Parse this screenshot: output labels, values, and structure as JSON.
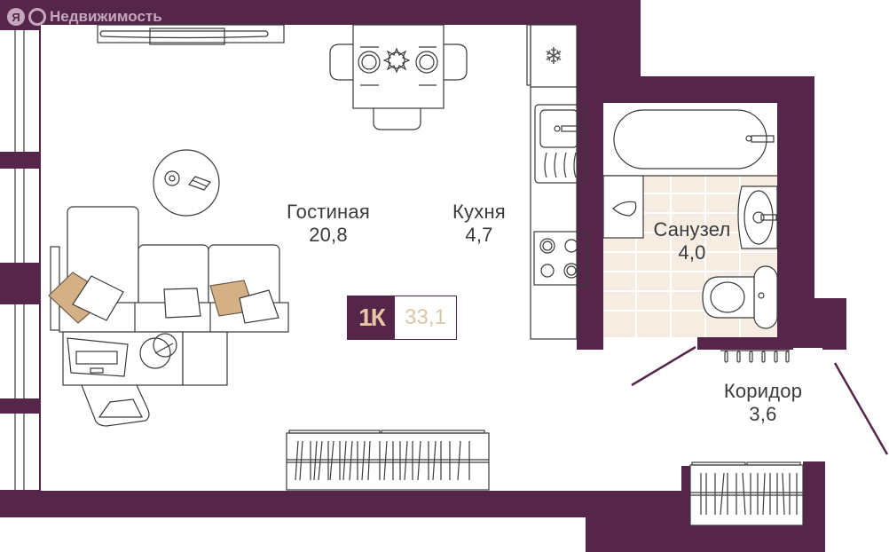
{
  "brand": {
    "logo_letter": "Я",
    "name": "Недвижимость"
  },
  "apartment": {
    "type": "1К",
    "total_area": "33,1"
  },
  "rooms": [
    {
      "name": "Гостиная",
      "area": "20,8"
    },
    {
      "name": "Кухня",
      "area": "4,7"
    },
    {
      "name": "Санузел",
      "area": "4,0"
    },
    {
      "name": "Коридор",
      "area": "3,6"
    }
  ],
  "colors": {
    "wall": "#55264a",
    "accent_text": "#e6c9a4",
    "area_text": "#d8c7a4",
    "bathroom_tile": "#f6ece2",
    "pillow": "#d4b087"
  },
  "furniture": [
    "tv",
    "dining-table",
    "chairs",
    "refrigerator",
    "sink",
    "stove",
    "bathtub",
    "washbasin",
    "toilet",
    "sofa",
    "coffee-table",
    "desk",
    "laptop",
    "desk-chair",
    "radiator",
    "shoe-rack"
  ]
}
